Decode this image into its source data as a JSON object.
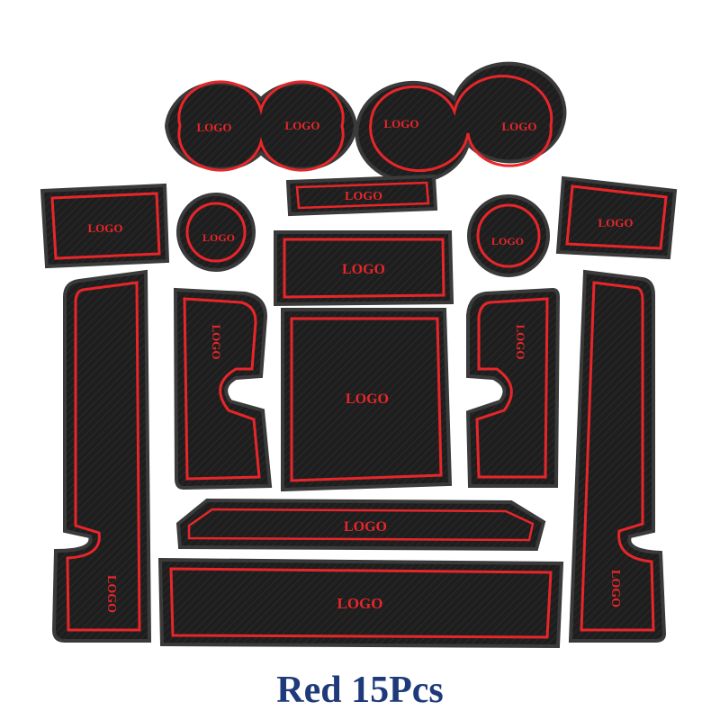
{
  "product": {
    "caption": "Red 15Pcs",
    "mat_logo_text": "LOGO",
    "mat_count": 15
  },
  "colors": {
    "mat_body": "#1e1e1e",
    "mat_edge": "#3a3a3a",
    "accent_line": "#e8262a",
    "caption": "#1f3a7a",
    "background": "#ffffff"
  }
}
